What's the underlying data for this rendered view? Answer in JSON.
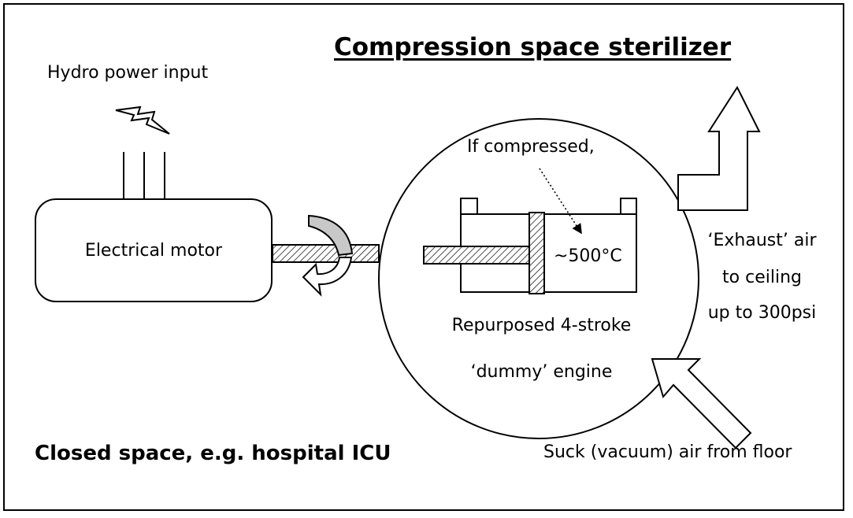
{
  "title": "Compression space sterilizer",
  "power_input_label": "Hydro power input",
  "motor_label": "Electrical motor",
  "compressed_label": "If compressed,",
  "temperature_label": "~500°C",
  "engine_label_line1": "Repurposed 4-stroke",
  "engine_label_line2": "‘dummy’ engine",
  "exhaust_line1": "‘Exhaust’ air",
  "exhaust_line2": "to ceiling",
  "exhaust_line3": "up to 300psi",
  "intake_label": "Suck (vacuum) air from floor",
  "space_label": "Closed space, e.g. hospital ICU",
  "colors": {
    "line": "#000000",
    "rotation_fill": "#c8c8c8",
    "background": "#ffffff"
  },
  "icons": [
    "lightning-icon",
    "rotation-arrow-icon",
    "exhaust-arrow-icon",
    "intake-arrow-icon"
  ]
}
